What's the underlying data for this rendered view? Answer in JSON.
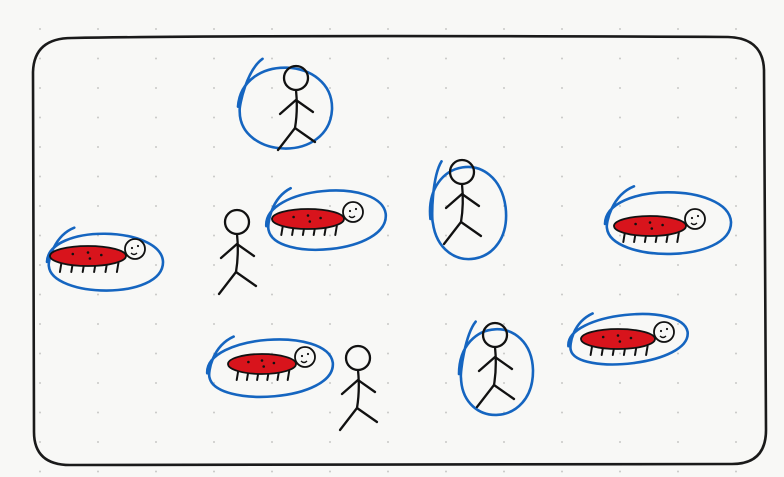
{
  "colors": {
    "background": "#f8f8f6",
    "dot_grid": "#c9c9c6",
    "frame": "#1a1a1a",
    "circle": "#1565c0",
    "bug_body": "#d8141c",
    "ink": "#111111"
  },
  "icons": {
    "circled_bug": "ladybug-icon",
    "circled_person": "stick-figure-icon",
    "free_person": "stick-figure-icon"
  },
  "counts": {
    "circled_bugs": 5,
    "circled_people": 3,
    "free_people": 2
  }
}
